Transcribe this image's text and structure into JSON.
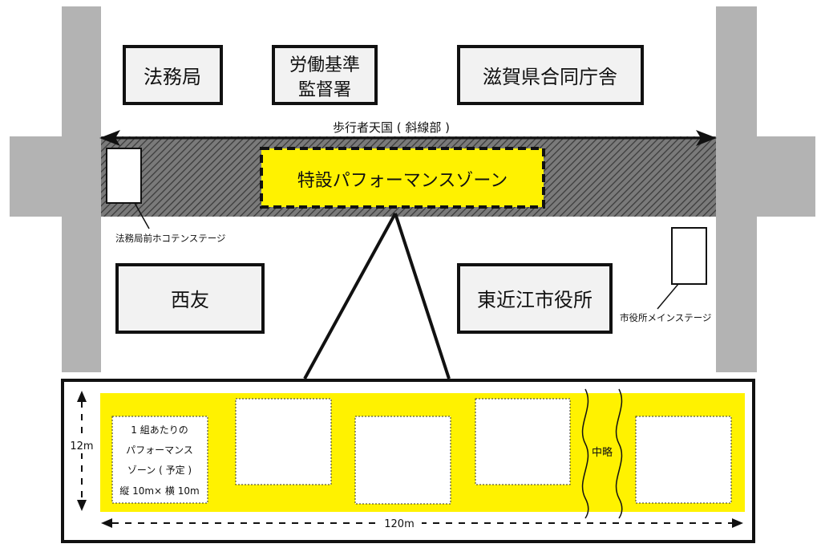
{
  "buildings": {
    "homukyoku": "法務局",
    "rodo_line1": "労働基準",
    "rodo_line2": "監督署",
    "shiga": "滋賀県合同庁舎",
    "saiyu": "西友",
    "city_hall": "東近江市役所"
  },
  "street": {
    "pedestrian_label": "歩行者天国 ( 斜線部 )",
    "special_zone": "特設パフォーマンスゾーン"
  },
  "stages": {
    "homukyoku_stage": "法務局前ホコテンステージ",
    "cityhall_stage": "市役所メインステージ"
  },
  "detail": {
    "height_label": "12m",
    "width_label": "120m",
    "zone_line1": "1 組あたりの",
    "zone_line2": "パフォーマンス",
    "zone_line3": "ゾーン ( 予定 )",
    "zone_line4": "縦 10m× 横 10m",
    "omitted": "中略",
    "zone_colors": {
      "fill": "#fff200",
      "hatch": "#555555",
      "road": "#b3b3b3"
    }
  }
}
